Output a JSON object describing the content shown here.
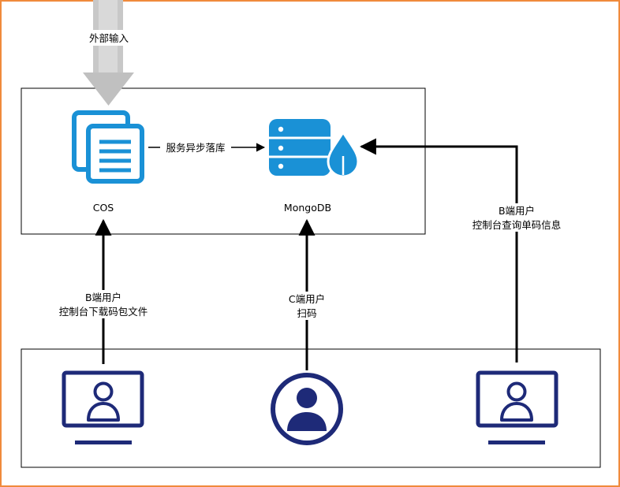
{
  "colors": {
    "frame": "#f08a3c",
    "cloud_blue": "#1a91d6",
    "user_navy": "#1e2a78",
    "input_arrow": "#c8c8c8",
    "line": "#000000"
  },
  "external_input": {
    "label": "外部输入"
  },
  "cloud_box": {
    "cos": {
      "label": "COS",
      "icon": "documents-icon"
    },
    "mongodb": {
      "label": "MongoDB",
      "icon": "database-icon"
    },
    "flow_label": "服务异步落库"
  },
  "edges": {
    "b_download": {
      "line1": "B端用户",
      "line2": "控制台下载码包文件"
    },
    "c_scan": {
      "line1": "C端用户",
      "line2": "扫码"
    },
    "b_query": {
      "line1": "B端用户",
      "line2": "控制台查询单码信息"
    }
  },
  "users": [
    {
      "name": "b-user-download",
      "icon": "monitor-user-icon"
    },
    {
      "name": "c-user-scan",
      "icon": "circle-user-icon"
    },
    {
      "name": "b-user-query",
      "icon": "monitor-user-icon"
    }
  ]
}
